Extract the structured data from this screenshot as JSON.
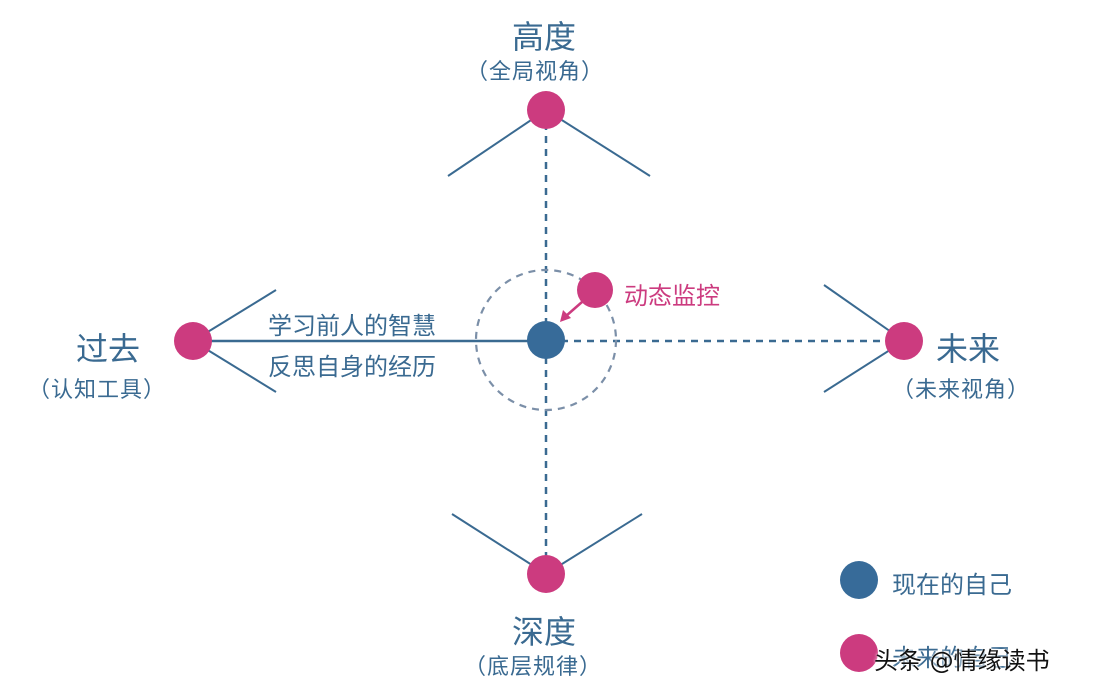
{
  "colors": {
    "blue": "#376b99",
    "pink": "#cc3b7f",
    "line": "#3a6a91",
    "ring": "#7b8fa8"
  },
  "top": {
    "title": "高度",
    "subtitle": "（全局视角）"
  },
  "left": {
    "title": "过去",
    "subtitle": "（认知工具）"
  },
  "right": {
    "title": "未来",
    "subtitle": "（未来视角）"
  },
  "bottom": {
    "title": "深度",
    "subtitle": "（底层规律）"
  },
  "left_arm": {
    "line1": "学习前人的智慧",
    "line2": "反思自身的经历"
  },
  "monitor_label": "动态监控",
  "legend": {
    "present_self": "现在的自己",
    "second_item": "未来的自己"
  },
  "watermark": "头条 @情缘读书"
}
